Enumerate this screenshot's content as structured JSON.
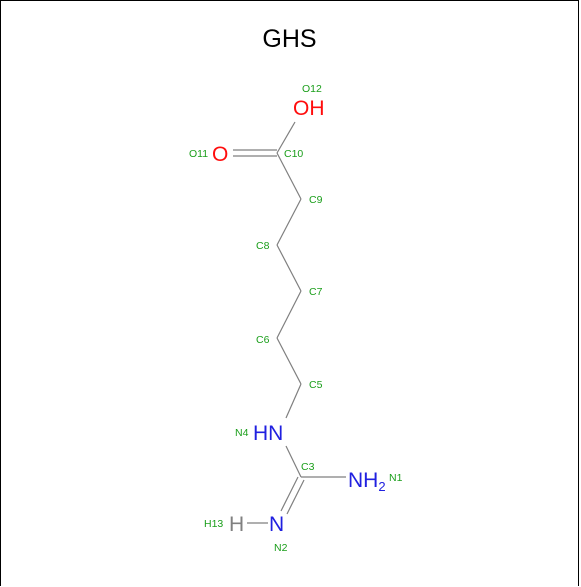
{
  "title": "GHS",
  "colors": {
    "bond": "#7f7f7f",
    "label": "#1a9e1a",
    "oxygen": "#ff0d0d",
    "nitrogen": "#2020e0",
    "hydrogen": "#808080"
  },
  "atoms": {
    "o12": {
      "symbol": "OH",
      "id": "O12"
    },
    "o11": {
      "symbol": "O",
      "id": "O11"
    },
    "c10": {
      "id": "C10"
    },
    "c9": {
      "id": "C9"
    },
    "c8": {
      "id": "C8"
    },
    "c7": {
      "id": "C7"
    },
    "c6": {
      "id": "C6"
    },
    "c5": {
      "id": "C5"
    },
    "n4": {
      "symbol": "HN",
      "id": "N4"
    },
    "c3": {
      "id": "C3"
    },
    "n1": {
      "symbol": "NH",
      "subscript": "2",
      "id": "N1"
    },
    "n2": {
      "symbol": "N",
      "id": "N2"
    },
    "h13": {
      "symbol": "H",
      "id": "H13"
    }
  }
}
